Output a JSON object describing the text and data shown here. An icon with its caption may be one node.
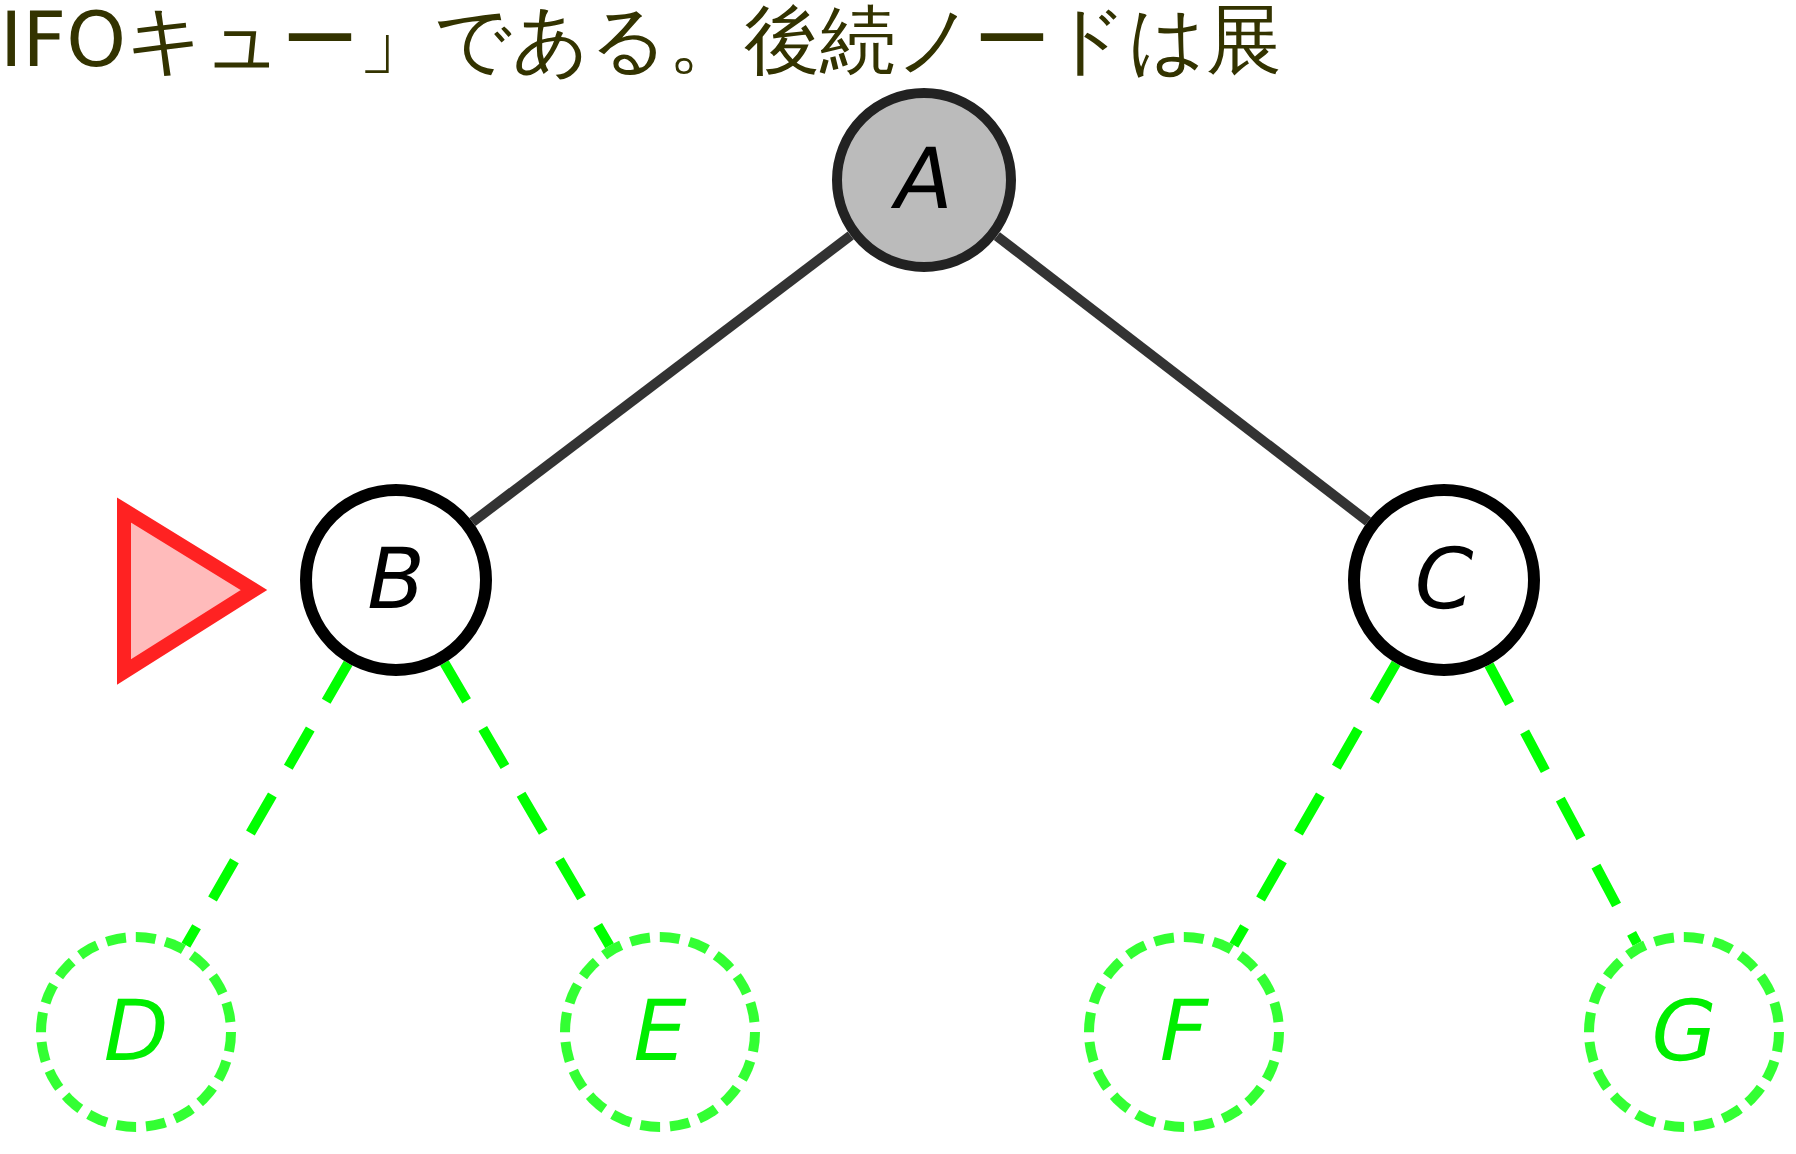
{
  "diagram": {
    "nodes": [
      {
        "text": [
          "A"
        ]
      },
      {
        "text": [
          "B"
        ]
      },
      {
        "text": [
          "C"
        ]
      },
      {
        "text": [
          "D"
        ]
      },
      {
        "text": [
          "E"
        ]
      },
      {
        "text": [
          "F"
        ]
      },
      {
        "text": [
          "G"
        ]
      }
    ],
    "edges": [
      {
        "from": 0,
        "to": 1,
        "arrow": "none",
        "color": "#333333"
      },
      {
        "from": 0,
        "to": 2,
        "arrow": "none",
        "color": "#333333"
      },
      {
        "from": 1,
        "to": 3,
        "arrow": "none",
        "style": "dashed",
        "color": "#00ff00"
      },
      {
        "from": 1,
        "to": 4,
        "arrow": "none",
        "style": "dashed",
        "color": "#00ff00"
      },
      {
        "from": 2,
        "to": 5,
        "arrow": "none",
        "style": "dashed",
        "color": "#00ff00"
      },
      {
        "from": 2,
        "to": 6,
        "arrow": "none",
        "style": "dashed",
        "color": "#00ff00"
      }
    ],
    "labels": [
      "IFOキュー」である。後続ノードは展"
    ]
  }
}
